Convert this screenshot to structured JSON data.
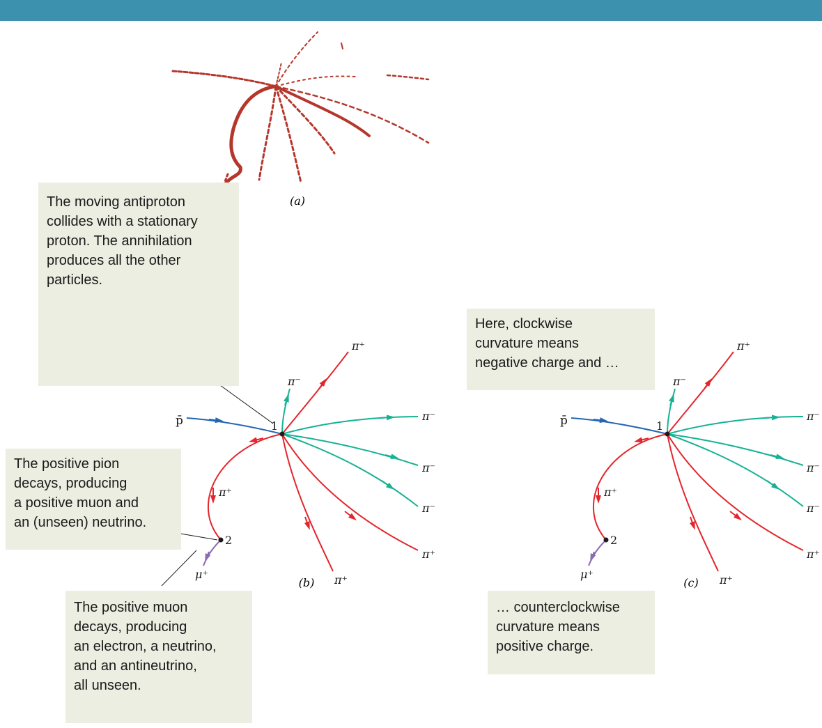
{
  "colors": {
    "header_bar": "#3b91ae",
    "track_photo": "#b5372c",
    "positive_track": "#e3262d",
    "negative_track": "#17b194",
    "antiproton_track": "#2466b4",
    "muon_track": "#8b6db0",
    "callout_bg": "#ebeee1"
  },
  "panel_a": {
    "caption": "(a)"
  },
  "panel_b": {
    "caption": "(b)",
    "vertex_1": "1",
    "vertex_2": "2",
    "antiproton_label": "p̄",
    "pi_minus_up": "π⁻",
    "pi_plus_top": "π⁺",
    "pi_minus_1": "π⁻",
    "pi_minus_2": "π⁻",
    "pi_minus_3": "π⁻",
    "pi_plus_right": "π⁺",
    "pi_plus_bottom": "π⁺",
    "pi_plus_decay": "π⁺",
    "muon_label": "μ⁺"
  },
  "panel_c": {
    "caption": "(c)",
    "vertex_1": "1",
    "vertex_2": "2",
    "antiproton_label": "p̄",
    "pi_minus_up": "π⁻",
    "pi_plus_top": "π⁺",
    "pi_minus_1": "π⁻",
    "pi_minus_2": "π⁻",
    "pi_minus_3": "π⁻",
    "pi_plus_right": "π⁺",
    "pi_plus_bottom": "π⁺",
    "pi_plus_decay": "π⁺",
    "muon_label": "μ⁺"
  },
  "callouts": {
    "annihilation": [
      "The moving antiproton",
      "collides with a stationary",
      "proton. The annihilation",
      "produces all the other",
      "particles."
    ],
    "pion_decay": [
      "The positive pion",
      "decays, producing",
      "a positive muon and",
      "an (unseen) neutrino."
    ],
    "muon_decay": [
      "The positive muon",
      "decays, producing",
      "an electron, a neutrino,",
      "and an antineutrino,",
      "all unseen."
    ],
    "clockwise": [
      "Here, clockwise",
      "curvature means",
      "negative charge and …"
    ],
    "counterclockwise": [
      "… counterclockwise",
      "curvature means",
      "positive charge."
    ]
  }
}
